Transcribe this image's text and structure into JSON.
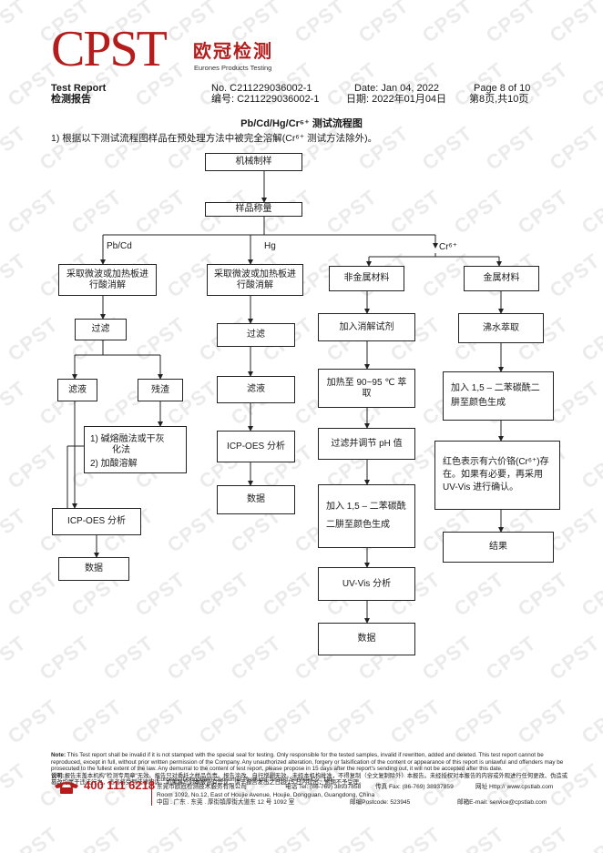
{
  "header": {
    "logo": "CPST",
    "logo_cn": "欧冠检测",
    "logo_en": "Eurones Products Testing",
    "report_en": "Test Report",
    "report_cn": "检测报告",
    "no_en": "No.  C211229036002-1",
    "no_cn": "编号: C211229036002-1",
    "date_en": "Date: Jan 04, 2022",
    "date_cn": "日期: 2022年01月04日",
    "page_en": "Page 8 of 10",
    "page_cn": "第8页,共10页"
  },
  "title": "Pb/Cd/Hg/Cr⁶⁺ 测试流程图",
  "intro": "1)    根据以下测试流程图样品在预处理方法中被完全溶解(Cr⁶⁺ 测试方法除外)。",
  "flow": {
    "cut": "机械制样",
    "weigh": "样品称量",
    "branch_pbcd": "Pb/Cd",
    "branch_hg": "Hg",
    "branch_cr": "Cr⁶⁺",
    "pbcd_digest": "采取微波或加热板进行酸消解",
    "pbcd_filter": "过滤",
    "pbcd_filtrate": "滤液",
    "pbcd_residue": "残渣",
    "pbcd_residue_step1": "1)    碱熔融法或干灰",
    "pbcd_residue_step1b": "化法",
    "pbcd_residue_step2": "2)    加酸溶解",
    "pbcd_icp": "ICP-OES 分析",
    "pbcd_data": "数据",
    "hg_digest": "采取微波或加热板进行酸消解",
    "hg_filter": "过滤",
    "hg_filtrate": "滤液",
    "hg_icp": "ICP-OES 分析",
    "hg_data": "数据",
    "cr_nonmetal": "非金属材料",
    "cr_reagent": "加入消解试剂",
    "cr_heat": "加热至 90~95 ℃ 萃取",
    "cr_ph": "过滤并调节 pH 值",
    "cr_dpc": "加入 1,5 – 二苯碳酰二肼至颜色生成",
    "cr_uvvis": "UV-Vis 分析",
    "cr_data": "数据",
    "cr_metal": "金属材料",
    "cr_boil": "沸水萃取",
    "cr_metal_dpc": "加入 1,5 – 二苯碳酰二肼至颜色生成",
    "cr_red": "红色表示有六价铬(Cr⁶⁺)存在。如果有必要，再采用 UV-Vis 进行确认。",
    "cr_result": "结果"
  },
  "notes": {
    "note_en_label": "Note:",
    "note_en": "This Test report shall be invalid if it is not stamped with the special seal for testing. Only responsible for the tested samples, invalid if rewritten, added and deleted. This test report cannot be reproduced, except in full, without prior written permission of the Company.  Any unauthorized alteration, forgery or falsification of the content or appearance of this report is unlawful and offenders may be prosecuted to the fullest extent of the law. Any demurral to the content of test report, please propose in 15 days after the report's sending out, it will not be accepted after this date.",
    "note_cn_label": "说明:",
    "note_cn": "报告未盖本机构\"检测专用章\"无效。报告只对委托之样品负责。报告涂改、自行增删无效。未经本机构批准，不得复制（全文复制除外）本报告。未经授权对本报告的内容或外观进行任何更改、伪造或篡改均属于违法行为，违者将受到法律起诉。如果客户对本报告有异议，请于报告发出之日起 15 日内提出，逾期不予受理。"
  },
  "footer": {
    "phone": "400 111 6218",
    "company_en": "Eurones (Dongguan) Consumer Products Testing Service Co., Ltd",
    "company_cn": "东莞市欧冠检测技术服务有限公司",
    "tel": "电话 Tel: (86-769) 38937858",
    "fax": "传真 Fax:   (86-769) 38937859",
    "web": "网址 Http:// www.cpstlab.com",
    "addr_en": "Room 1092, No.12, East of Houjie Avenue, Houjie, Dongguan, Guangdong, China",
    "addr_cn": "中国 . 广东 . 东莞 . 厚街镇厚街大道东 12 号 1092 室",
    "postcode": "邮编Postcode: 523945",
    "email": "邮箱E-mail: service@cpstlab.com"
  }
}
